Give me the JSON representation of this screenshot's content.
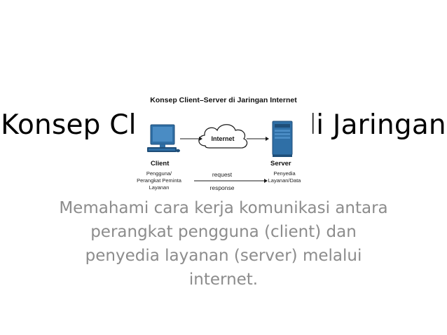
{
  "slide": {
    "title": "Konsep Client-Server di Jaringan",
    "body": "Memahami cara kerja komunikasi antara perangkat pengguna (client) dan penyedia layanan (server) melalui internet."
  },
  "diagram": {
    "title": "Konsep Client–Server di Jaringan Internet",
    "internet_label": "Internet",
    "client": {
      "label": "Client",
      "desc_line1": "Pengguna/",
      "desc_line2": "Perangkat Peminta",
      "desc_line3": "Layanan"
    },
    "server": {
      "label": "Server",
      "desc_line1": "Penyedia",
      "desc_line2": "Layanan/Data"
    },
    "request_label": "request",
    "response_label": "response"
  },
  "colors": {
    "title_text": "#000000",
    "body_text": "#8c8c8c",
    "device_blue": "#2f6fa6",
    "cloud_fill": "#ffffff",
    "line": "#1a1a1a"
  }
}
